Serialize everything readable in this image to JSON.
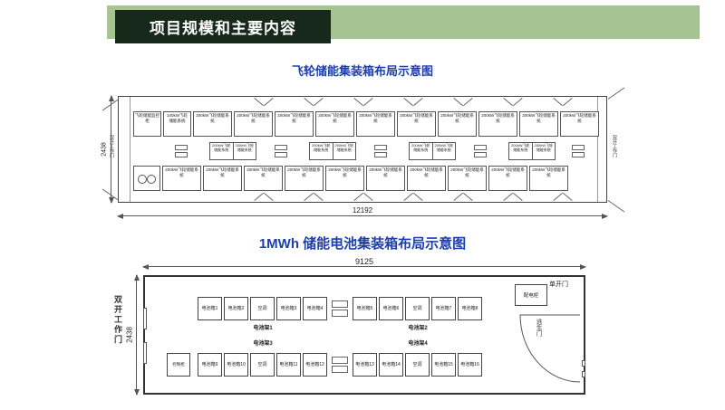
{
  "header": {
    "title": "项目规模和主要内容"
  },
  "diagram1": {
    "title": "飞轮储能集装箱布局示意图",
    "unit_label": "200kW飞轮储能系统",
    "special_cells": [
      "飞轮储能监控柜",
      "100kW飞轮储能系统"
    ],
    "door_label": "双开工作门",
    "dim_bottom": "12192",
    "dim_left": "2438"
  },
  "diagram2": {
    "title": "1MWh 储能电池集装箱布局示意图",
    "dim_top": "9125",
    "dim_left": "2438",
    "left_door_label": "双开工作门",
    "single_door_label": "单开门",
    "escape_door_label": "逃生门",
    "power_cabinet_label": "配电柜",
    "control_cabinet_label": "控制柜",
    "ac_label": "空调",
    "rack_labels": [
      "电池架1",
      "电池架2",
      "电池架3",
      "电池架4"
    ],
    "rows": [
      [
        [
          "电池箱1",
          "电池箱2",
          "空调",
          "电池箱3",
          "电池箱4"
        ],
        [
          "电池箱5",
          "电池箱6",
          "空调",
          "电池箱7",
          "电池箱8"
        ]
      ],
      [
        [
          "电池箱9",
          "电池箱10",
          "空调",
          "电池箱11",
          "电池箱12"
        ],
        [
          "电池箱13",
          "电池箱14",
          "空调",
          "电池箱15",
          "电池箱16"
        ]
      ]
    ]
  }
}
